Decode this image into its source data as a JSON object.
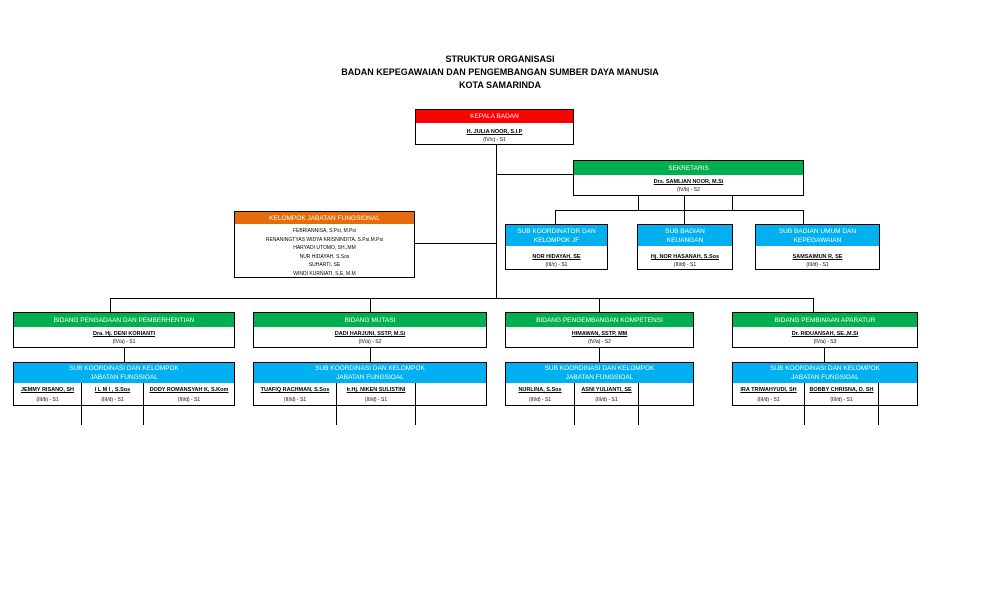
{
  "title": {
    "line1": "STRUKTUR ORGANISASI",
    "line2": "BADAN KEPEGAWAIAN DAN PENGEMBANGAN SUMBER DAYA MANUSIA",
    "line3": "KOTA SAMARINDA"
  },
  "kepala": {
    "title": "KEPALA BADAN",
    "name": "H. JULIA NOOR, S.I.P",
    "grade": "(IV/c) - S1"
  },
  "sekretaris": {
    "title": "SEKRETARIS",
    "name": "Drs. SAMLIAN NOOR, M.Si",
    "grade": "(IV/b) - S2"
  },
  "jf": {
    "title": "KELOMPOK JABATAN FUNGSIONAL",
    "members": [
      "FEBRIANNISA, S.Psi, M.Psi",
      "RENANINGTYAS WIDYA KRISNINDITA, S.Psi.M.Psi",
      "HARYADI UTOMO, SH.,MM",
      "NUR HIDAYAH, S.Sos",
      "SUHARTI, SE",
      "WINDI KURNIATI, S.E, M.M"
    ]
  },
  "subbag": [
    {
      "title": "SUB KOORDINATOR DAN KELOMPOK JF",
      "name": "NOR HIDAYAH, SE",
      "grade": "(III/c) - S1"
    },
    {
      "title": "SUB BAGIAN KEUANGAN",
      "name": "Hj. NOR HASANAH, S.Sos",
      "grade": "(III/d) - S1"
    },
    {
      "title": "SUB BAGIAN UMUM DAN KEPEGAWAIAN",
      "name": "SAMSAIMUN R, SE",
      "grade": "(III/d) - S1"
    }
  ],
  "bidang": [
    {
      "title": "BIDANG PENGADAAN DAN PEMBERHENTIAN",
      "name": "Dra. Hj. DENI KORIANTI",
      "grade": "(IV/a) - S1"
    },
    {
      "title": "BIDANG MUTASI",
      "name": "DADI HARJUNI, SSTP, M.Si",
      "grade": "(IV/a) - S2"
    },
    {
      "title": "BIDANG PENGEMBANGAN KOMPETENSI",
      "name": "HIMAWAN, SSTP, MM",
      "grade": "(IV/a) - S2"
    },
    {
      "title": "BIDANG PEMBINAAN APARATUR",
      "name": "Dr. RIDUANSAH, SE.,M.Si",
      "grade": "(IV/a) - S3"
    }
  ],
  "subkoor": [
    {
      "title": "SUB KOORDINASI DAN KELOMPOK JABATAN FUNGSIOAL",
      "staff": [
        {
          "name": "JEMMY RISANO, SH",
          "grade": "(III/b) - S1"
        },
        {
          "name": "I L M I , S.Sos",
          "grade": "(III/d) - S1"
        },
        {
          "name": "DODY ROMANSYAH K, S.Kom",
          "grade": "(III/d) - S1"
        }
      ]
    },
    {
      "title": "SUB KOORDINASI DAN KELOMPOK JABATAN FUNGSIOAL",
      "staff": [
        {
          "name": "TUAFIQ RACHMAN, S.Sos",
          "grade": "(III/d) - S1"
        },
        {
          "name": "Ir.Hj. NIKEN SULISTINI",
          "grade": "(III/d) - S1"
        },
        {
          "name": "",
          "grade": ""
        }
      ]
    },
    {
      "title": "SUB KOORDINASI DAN KELOMPOK JABATAN FUNGSIOAL",
      "staff": [
        {
          "name": "NURLINA, S.Sos",
          "grade": "(III/d) - S1"
        },
        {
          "name": "ASNI YULIANTI, SE",
          "grade": "(III/d) - S1"
        },
        {
          "name": "",
          "grade": ""
        }
      ]
    },
    {
      "title": "SUB KOORDINASI DAN KELOMPOK JABATAN FUNGSIOAL",
      "staff": [
        {
          "name": "IRA TRIWAHYUDI, SH",
          "grade": "(III/d) - S1"
        },
        {
          "name": "BOBBY CHRISNA, D. SH",
          "grade": "(III/d) - S1"
        },
        {
          "name": "",
          "grade": ""
        }
      ]
    }
  ],
  "colors": {
    "kepala": "#ff0000",
    "bidang": "#00b050",
    "jf": "#e46c0a",
    "sub": "#00b0f0"
  }
}
